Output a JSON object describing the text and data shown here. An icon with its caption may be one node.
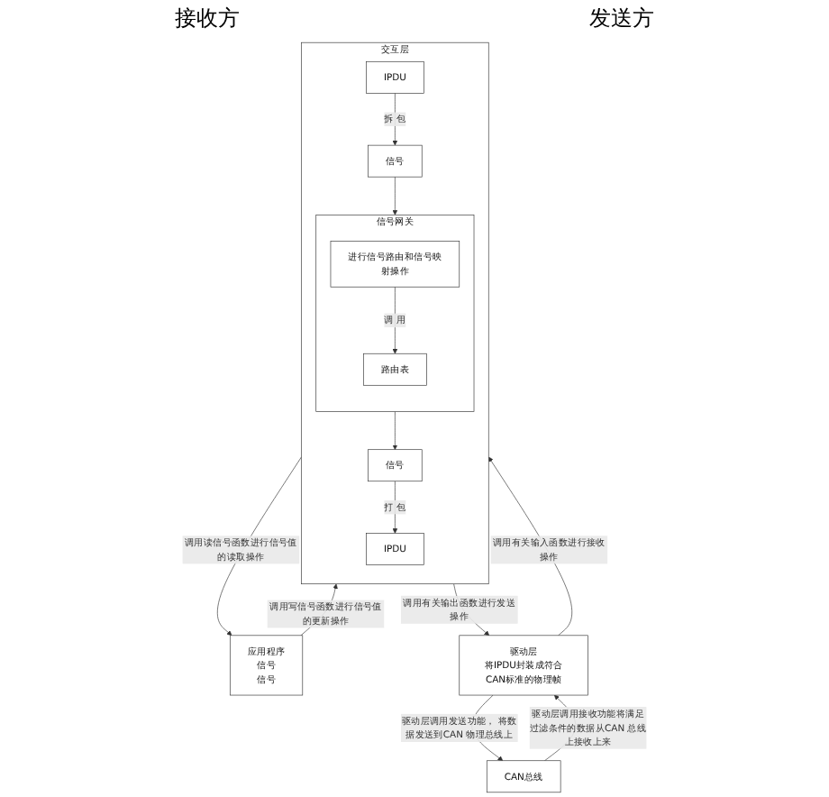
{
  "diagram": {
    "nodes": [
      {
        "text": [
          "应用程序",
          "信号",
          "信号"
        ]
      },
      {
        "text": [
          "交互层"
        ]
      },
      {
        "text": [
          "信号"
        ],
        "in": 1
      },
      {
        "text": [
          "IPDU"
        ],
        "in": 1
      },
      {
        "text": [
          "信号网关"
        ],
        "in": 1
      },
      {
        "text": [
          "进行信号路由和信号映射操作"
        ],
        "in": 4
      },
      {
        "text": [
          "路由表"
        ],
        "in": 4
      },
      {
        "text": [
          "信号"
        ],
        "in": 1
      },
      {
        "text": [
          "IPDU"
        ],
        "in": 1
      },
      {
        "text": [
          "驱动层",
          "将IPDU封装成符合CAN标准的物理帧"
        ]
      },
      {
        "text": [
          "CAN总线"
        ]
      }
    ],
    "edges": [
      {
        "from": 1,
        "to": 0,
        "arrow": "to",
        "label": "调用读信号函数进行信号值的读取操作"
      },
      {
        "from": 0,
        "to": 1,
        "arrow": "to",
        "label": "调用写信号函数进行信号值的更新操作"
      },
      {
        "from": 3,
        "to": 2,
        "arrow": "to",
        "label": "拆 包"
      },
      {
        "from": 2,
        "to": 4,
        "arrow": "to"
      },
      {
        "from": 5,
        "to": 6,
        "arrow": "to",
        "label": "调 用"
      },
      {
        "from": 4,
        "to": 7,
        "arrow": "to"
      },
      {
        "from": 7,
        "to": 8,
        "arrow": "to",
        "label": "打 包"
      },
      {
        "from": 9,
        "to": 1,
        "arrow": "to",
        "label": "调用有关输入函数进行接收操作"
      },
      {
        "from": 1,
        "to": 9,
        "arrow": "to",
        "label": "调用有关输出函数进行发送操作"
      },
      {
        "from": 10,
        "to": 9,
        "arrow": "to",
        "label": "驱动层调用接收功能将满足过滤条件的数据从CAN 总线上接收上来"
      },
      {
        "from": 9,
        "to": 10,
        "arrow": "to",
        "label": "驱动层调用发送功能， 将数据发送到CAN 物理总线上"
      }
    ],
    "labels": [
      "接收方",
      "发送方"
    ]
  }
}
